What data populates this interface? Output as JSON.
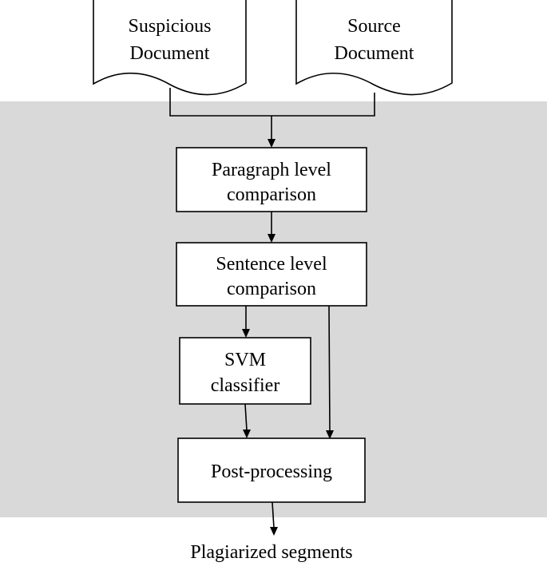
{
  "colors": {
    "panel_background": "#d9d9d9",
    "box_fill": "#ffffff",
    "stroke": "#000000",
    "text": "#000000"
  },
  "inputs": {
    "suspicious_document": [
      "Suspicious",
      "Document"
    ],
    "source_document": [
      "Source",
      "Document"
    ]
  },
  "steps": {
    "paragraph_comparison": [
      "Paragraph level",
      "comparison"
    ],
    "sentence_comparison": [
      "Sentence level",
      "comparison"
    ],
    "svm_classifier": [
      "SVM",
      "classifier"
    ],
    "post_processing": "Post-processing"
  },
  "output": "Plagiarized segments"
}
